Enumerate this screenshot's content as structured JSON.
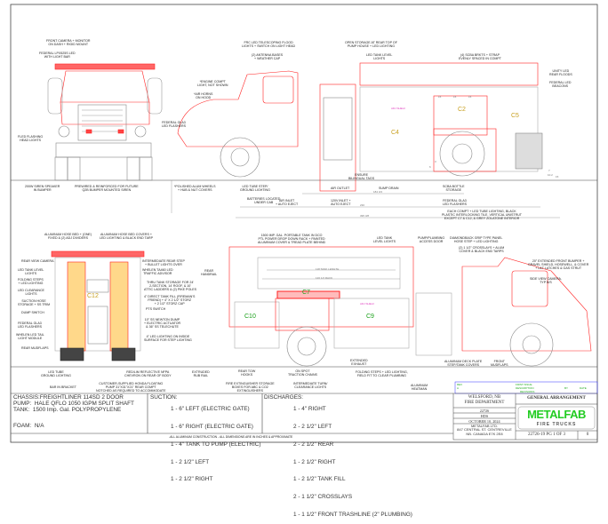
{
  "colors": {
    "body_red": "#ff2020",
    "outline": "#8a8a8a",
    "frame": "#444444",
    "compartment_green": "#1aa01a",
    "compartment_yellow": "#c8a020",
    "shelf_magenta": "#e040c0",
    "logo_green": "#22cc22"
  },
  "front_view": {
    "labels": [
      "FRONT CAMERA + MONITOR\nON DASH + RIGID MOUNT",
      "FEDERAL LPX525S LED\nWITH LIGHT BAR",
      "FLED FLASHING\nHEAD LIGHTS",
      "FEDERAL GLA3\nLED FLASHERS",
      "200W SIREN SPEAKER\nIN BUMPER",
      "PREWIRED & REINFORCED FOR FUTURE\nQ2B BUMPER MOUNTED SIREN"
    ]
  },
  "side_view_left": {
    "labels": [
      "*ENGINE COMPT\nLIGHT, NOT SHOWN",
      "*AIR HORNS\nON HOOD",
      "FRC LED TELESCOPING FLOOD\nLIGHTS + SWITCH ON LIGHT HEAD",
      "(2) ANTENNA BASES\n+ WEATHER CAP",
      "OPEN STORAGE AT REAR TOP OF\nPUMP HOUSE + LED LIGHTING",
      "LED TANK LEVEL\nLIGHTS",
      "(4) SCBA BRKTS + STRAP\nEVENLY SPACED IN COMPT",
      "UNITY LED\nREAR FLOODS",
      "FEDERAL LED\nBEACONS",
      "*POLISHED ALUM WHEELS\n+ HUB & NUT COVERS",
      "LED TUBE STEP/\nGROUND LIGHTING",
      "BATTERIES LOCATED\nUNDER CAB",
      "AIR INLET\n+ AUTO EJECT",
      "AIR OUTLET",
      "120V INLET +\nAUTO EJECT",
      "ENSURE\nBILINGUAL TAGS",
      "SUMP DRAIN",
      "SCBA BOTTLE\nSTORAGE",
      "FEDERAL GLA3\nLED FLASHERS",
      "EACH COMPT + LED TUBE LIGHTING, BLACK\nPLASTIC INTERLOCKING TILE, VERTICAL UNISTRUT\nEXCEPT C7 & C12, & GREY ZOLATONE INTERIOR"
    ],
    "compartments": [
      "C4",
      "C2",
      "C5"
    ],
    "shelf": "ADJ SHELF",
    "dimensions": [
      "15",
      "15",
      "15",
      "6",
      "3",
      "10.2",
      "7",
      "15",
      "184 3/4",
      "230",
      "395 3/8"
    ]
  },
  "rear_view": {
    "labels": [
      "ALUMINUM HOSE BED + (ONE)\nFIXED & (2) ADJ DIVIDERS",
      "ALUMINUM HOSE BED COVERS +\nLED LIGHTING & BLACK END TARP",
      "REAR VIEW CAMERA",
      "INTERMEDIATE REAR STEP\n+ BULLET LIGHTS OVER",
      "WHELEN TA460 LED\nTRAFFIC ADVISOR",
      "LED TANK LEVEL\nLIGHTS",
      "FOLDING STEPS\n+ LED LIGHTING",
      "LED CLEARANCE\nLIGHTS",
      "THRU TANK STORAGE FOR 24'\n2-SECTION, 14' ROOF, & 10'\nATTIC LADDERS & (2) PIKE POLES",
      "SUCTION HOSE\nSTORAGE + SS TRIM",
      "4\" DIRECT TANK FILL (FIREMAN'S\nFRIEND) + 4\" x 2 1/2\" STORZ\n+ 2 1/2\" STORZ CAP",
      "DUMP SWITCH",
      "PTS SWITCH",
      "FEDERAL GLA3\nLED FLASHERS",
      "10\" SS NEWTON DUMP\n+ ELECTRIC ACTUATOR\n& 36\" SS TELECHUTE",
      "WHELEN LED TAIL\nLIGHT MODULE",
      "4\" LED LIGHTING ON INSIDE\nSURFACE FOR STEP LIGHTING",
      "REAR MUDFLAPS",
      "LED TUBE\nGROUND LIGHTING",
      "BAR IN BRACKET",
      "CUSTOMER-SUPPLIED HONDA FLOATING\nPUMP 31\"x31\"x21\" REAR COMPT\nNOTCHED AS REQUIRED TO ACCOMMODATE",
      "RED/LIM REFLECTIVE NFPA\nCHEVRON ON REAR OF BODY"
    ],
    "compartment": "C12"
  },
  "side_view_right": {
    "labels": [
      "1500 Imp. Gal. PORTABLE TANK IN DCO\nPTL POWER DROP DOWN RACK + PAINTED\nALUMINUM COVER & TREAD PLATE BEHIND",
      "LED TANK\nLEVEL LIGHTS",
      "PUMP/PLUMBING\nACCESS DOOR",
      "DIAMONDBACK GRIP TYPE PANEL\nHOSE STEP + LED LIGHTING",
      "(2) 1 1/2\" CROSSLAYS + ALUM\nCOVER & BLACK END TARPS",
      "20\" EXTENDED FRONT BUMPER +\nGRAVEL SHIELD, HOSEWELL, & COVER\n+ L&T LATCHES & GAS STRUT",
      "SIDE VIEW CAMERA,\nTYP B/S",
      "REAR\nHANDRAIL",
      "EXTRUDED\nRUB RAIL",
      "FIRE EXTINGUISHER STORAGE\nBOXES FOR ABC & CO2\nEXTINGUISHERS",
      "REAR TOW\nHOOKS",
      "ON SPOT\nTRACTION CHAINS",
      "INTERMEDIATE TURN/\nCLEARANCE LIGHTS",
      "EXTENDED\nEXHAUST",
      "FOLDING STEPS + LED LIGHTING,\nFIELD FIT TO CLEAR PLUMBING",
      "ALUMINUM DECK PLATE\nSTEP/TANK COVERS",
      "FRONT\nMUDFLAPS",
      "ALUMINUM\nHEATMAN"
    ],
    "compartments": [
      "C10",
      "C7",
      "C9"
    ],
    "shelf": "ADJ SHELF",
    "dimensions": [
      "118 TANK LENGTH",
      "120 1/2 RACK"
    ]
  },
  "specs": {
    "chassis_label": "CHASSIS:",
    "chassis": "FREIGHTLINER 114SD 2 DOOR",
    "pump_label": "PUMP:",
    "pump": "HALE QFLO 1050 IGPM SPLIT SHAFT",
    "tank_label": "TANK:",
    "tank": "1500 Imp. Gal. POLYPROPYLENE",
    "foam_label": "FOAM:",
    "foam": "N/A",
    "suction_label": "SUCTION:",
    "suction": [
      "1 - 6\" LEFT (ELECTRIC GATE)",
      "1 - 6\" RIGHT (ELECTRIC GATE)",
      "1 - 4\" TANK TO PUMP (ELECTRIC)",
      "1 - 2 1/2\" LEFT",
      "1 - 2 1/2\" RIGHT"
    ],
    "discharges_label": "DISCHARGES:",
    "discharges": [
      "1 - 4\" RIGHT",
      "2 - 2 1/2\" LEFT",
      "2 - 2 1/2\" REAR",
      "1 - 2 1/2\" RIGHT",
      "1 - 2 1/2\" TANK FILL",
      "2 - 1 1/2\" CROSSLAYS",
      "1 - 1 1/2\" FRONT TRASHLINE (2\" PLUMBING)"
    ],
    "footnote": "-ALL ALUMINUM CONSTRUCTION - ALL DIMENSIONS ARE IN INCHES & APPROXIMATE"
  },
  "title_block": {
    "revisions": "REVISIONS",
    "rev_header": [
      "REV",
      "DESCRIPTION",
      "BY",
      "DATE"
    ],
    "rev_row": [
      "A",
      "FIRST ISSUE"
    ],
    "customer": "WELSFORD, NB\nFIRE DEPARTMENT",
    "job_no": "22726",
    "drawn_by": "HDS",
    "date": "OCTOBER 10, 2024",
    "company": "METALFAB LTD.\n847 CENTRAL ST. CENTREVILLE\nNB. CANADA E7K 2E8",
    "title": "GENERAL ARRANGEMENT",
    "logo_main": "METALFAB",
    "logo_sub": "FIRE TRUCKS",
    "drawing_no": "22726-19 PG 1 OF 3",
    "rev": "0"
  }
}
